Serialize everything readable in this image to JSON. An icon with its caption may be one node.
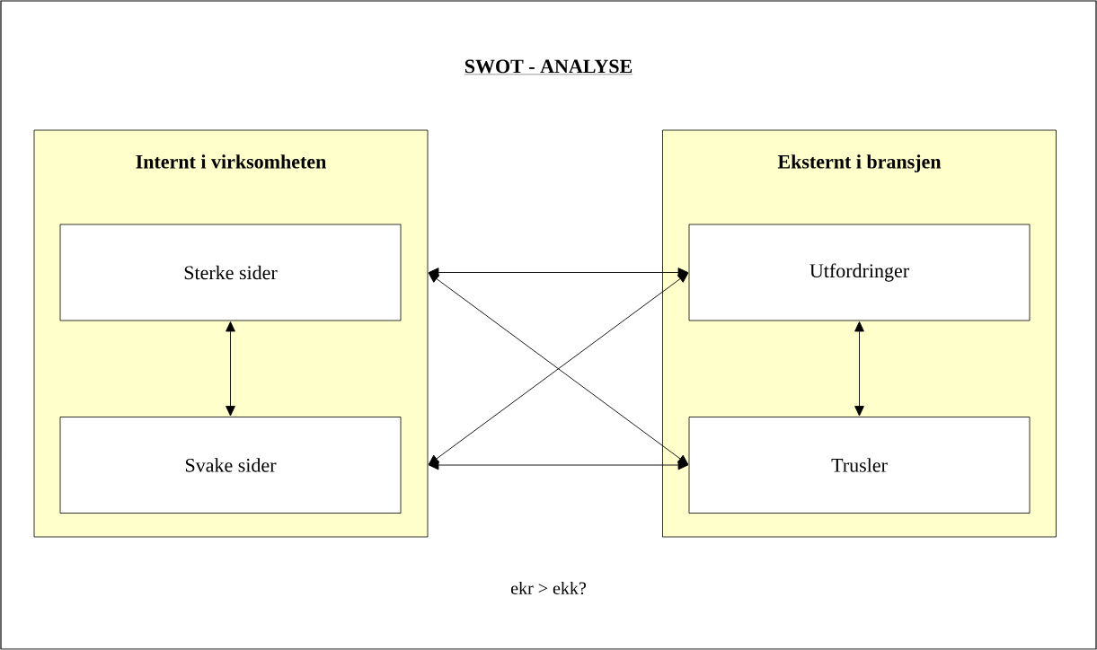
{
  "diagram": {
    "title": "SWOT - ANALYSE",
    "nodes": [
      {
        "text": [
          "Internt i virksomheten"
        ]
      },
      {
        "text": [
          "Sterke sider"
        ],
        "in": 0
      },
      {
        "text": [
          "Svake sider"
        ],
        "in": 0
      },
      {
        "text": [
          "Eksternt i bransjen"
        ]
      },
      {
        "text": [
          "Utfordringer"
        ],
        "in": 3
      },
      {
        "text": [
          "Trusler"
        ],
        "in": 3
      }
    ],
    "edges": [
      {
        "from": 1,
        "to": 4,
        "arrow": "both"
      },
      {
        "from": 1,
        "to": 5,
        "arrow": "both"
      },
      {
        "from": 2,
        "to": 4,
        "arrow": "both"
      },
      {
        "from": 2,
        "to": 5,
        "arrow": "both"
      },
      {
        "from": 1,
        "to": 2,
        "arrow": "both"
      },
      {
        "from": 4,
        "to": 5,
        "arrow": "both"
      }
    ],
    "labels": [
      "ekr > ekk?"
    ]
  }
}
